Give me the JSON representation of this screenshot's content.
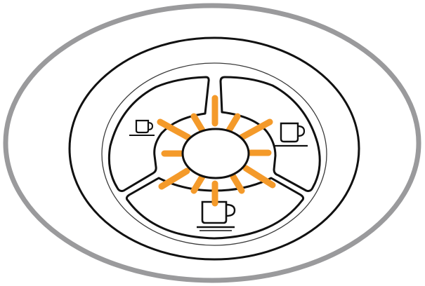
{
  "colors": {
    "outer_ring": "#9a9a9c",
    "line": "#111111",
    "inner_ring": "#3a3a3a",
    "glow": "#f49a2a",
    "background": "#ffffff"
  },
  "controls": [
    {
      "name": "small-cup-button",
      "icon": "small-cup-icon"
    },
    {
      "name": "medium-cup-button",
      "icon": "medium-cup-icon"
    },
    {
      "name": "large-cup-button",
      "icon": "large-cup-icon"
    },
    {
      "name": "center-brew-button",
      "icon": "none"
    }
  ],
  "center_state": "illuminated"
}
